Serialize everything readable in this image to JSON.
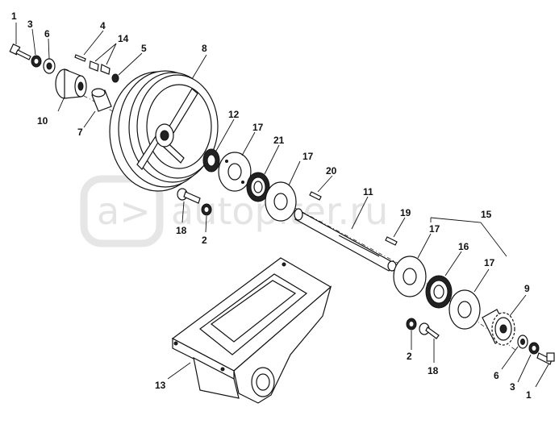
{
  "watermark": "autopiter.ru",
  "callouts": [
    {
      "id": "c1a",
      "text": "1"
    },
    {
      "id": "c3a",
      "text": "3"
    },
    {
      "id": "c6a",
      "text": "6"
    },
    {
      "id": "c4",
      "text": "4"
    },
    {
      "id": "c14",
      "text": "14"
    },
    {
      "id": "c5",
      "text": "5"
    },
    {
      "id": "c8",
      "text": "8"
    },
    {
      "id": "c10",
      "text": "10"
    },
    {
      "id": "c7",
      "text": "7"
    },
    {
      "id": "c12",
      "text": "12"
    },
    {
      "id": "c17a",
      "text": "17"
    },
    {
      "id": "c21",
      "text": "21"
    },
    {
      "id": "c17b",
      "text": "17"
    },
    {
      "id": "c20",
      "text": "20"
    },
    {
      "id": "c11",
      "text": "11"
    },
    {
      "id": "c19",
      "text": "19"
    },
    {
      "id": "c15",
      "text": "15"
    },
    {
      "id": "c18a",
      "text": "18"
    },
    {
      "id": "c2a",
      "text": "2"
    },
    {
      "id": "c17c",
      "text": "17"
    },
    {
      "id": "c16",
      "text": "16"
    },
    {
      "id": "c17d",
      "text": "17"
    },
    {
      "id": "c9",
      "text": "9"
    },
    {
      "id": "c2b",
      "text": "2"
    },
    {
      "id": "c18b",
      "text": "18"
    },
    {
      "id": "c6b",
      "text": "6"
    },
    {
      "id": "c3b",
      "text": "3"
    },
    {
      "id": "c1b",
      "text": "1"
    },
    {
      "id": "c13",
      "text": "13"
    }
  ]
}
